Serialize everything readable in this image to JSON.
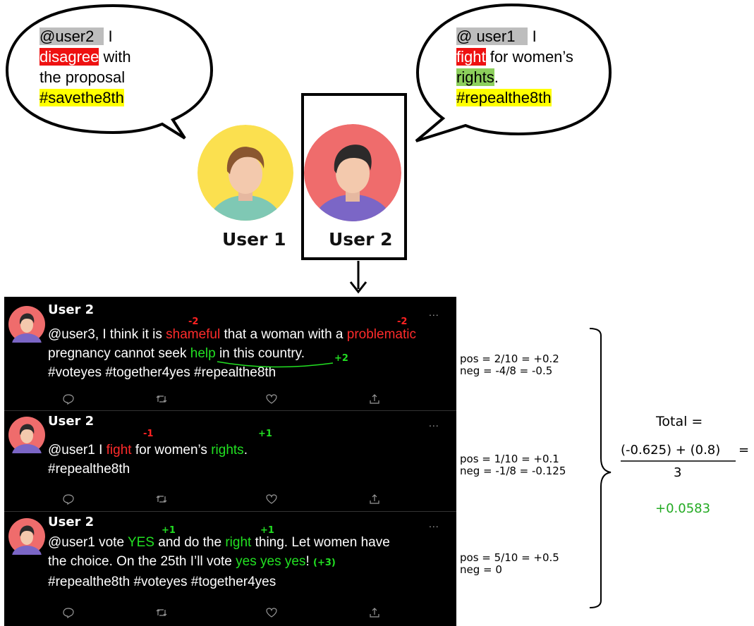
{
  "bubble_left": {
    "mention": "@user2",
    "text_after_mention": " I",
    "negative_word": "disagree",
    "line2_rest": " with",
    "line3": "the proposal",
    "hashtag": "#savethe8th"
  },
  "bubble_right": {
    "mention": "@ user1",
    "text_after_mention": " I",
    "negative_word": "fight",
    "line2_rest": " for women’s",
    "positive_word": "rights",
    "line3_rest": ".",
    "hashtag": "#repealthe8th"
  },
  "users": {
    "user1_label": "User 1",
    "user2_label": "User 2"
  },
  "colors": {
    "negative": "#ff2b2b",
    "positive": "#22e022",
    "result": "#22aa22",
    "highlight_gray": "#bdbdbd",
    "highlight_yellow": "#ffff00"
  },
  "tweets": [
    {
      "user": "User 2",
      "more": "...",
      "line1_a": "@user3, I think it is ",
      "line1_neg1": "shameful",
      "line1_b": " that a woman with a ",
      "line1_neg2": "problematic",
      "line2_a": "pregnancy cannot seek ",
      "line2_pos": "help",
      "line2_b": " in this country.",
      "line3": " #voteyes #together4yes #repealthe8th",
      "score_neg1": "-2",
      "score_neg2": "-2",
      "score_pos": "+2",
      "calc_pos": "pos = 2/10 = +0.2",
      "calc_neg": "neg = -4/8 = -0.5"
    },
    {
      "user": "User 2",
      "more": "...",
      "line1_a": "@user1 I ",
      "line1_neg": "fight",
      "line1_b": " for women’s ",
      "line1_pos": "rights",
      "line1_c": ".",
      "line2": " #repealthe8th",
      "score_neg": "-1",
      "score_pos": "+1",
      "calc_pos": "pos = 1/10 = +0.1",
      "calc_neg": "neg = -1/8 = -0.125"
    },
    {
      "user": "User 2",
      "more": "...",
      "line1_a": "@user1 vote ",
      "line1_pos1": "YES",
      "line1_b": " and do the ",
      "line1_pos2": "right",
      "line1_c": " thing. Let women have",
      "line2_a": "the choice. On the 25th I’ll vote ",
      "line2_pos": "yes yes yes",
      "line2_b": "! ",
      "line2_score": "(+3)",
      "line3": " #repealthe8th #voteyes #together4yes",
      "score_pos1": "+1",
      "score_pos2": "+1",
      "calc_pos": "pos = 5/10 = +0.5",
      "calc_neg": "neg = 0"
    }
  ],
  "total": {
    "label": "Total  =",
    "numerator": "(-0.625)  +  (0.8)",
    "equals": "=",
    "denominator": "3",
    "result": "+0.0583"
  }
}
